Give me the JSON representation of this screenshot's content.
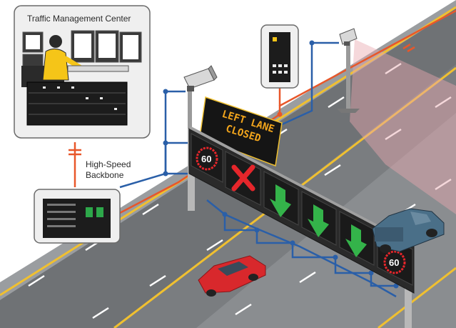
{
  "labels": {
    "tmc_title": "Traffic Management Center",
    "backbone_line1": "High-Speed",
    "backbone_line2": "Backbone",
    "vms_line1": "LEFT LANE",
    "vms_line2": "CLOSED",
    "speed_left": "60",
    "speed_right": "60"
  },
  "icons": [
    "camera-icon",
    "red-x-icon",
    "down-arrow-icon",
    "speed-limit-icon",
    "network-switch-icon"
  ],
  "colors": {
    "network_blue": "#2a5fa8",
    "network_orange": "#e8572a",
    "road_gray": "#7a7d80",
    "road_edge": "#f0c030",
    "vms_amber": "#f2a51c",
    "sign_red": "#e5262b",
    "arrow_green": "#34b34a",
    "car_red": "#d8282c",
    "truck_blue": "#4a6f88"
  }
}
